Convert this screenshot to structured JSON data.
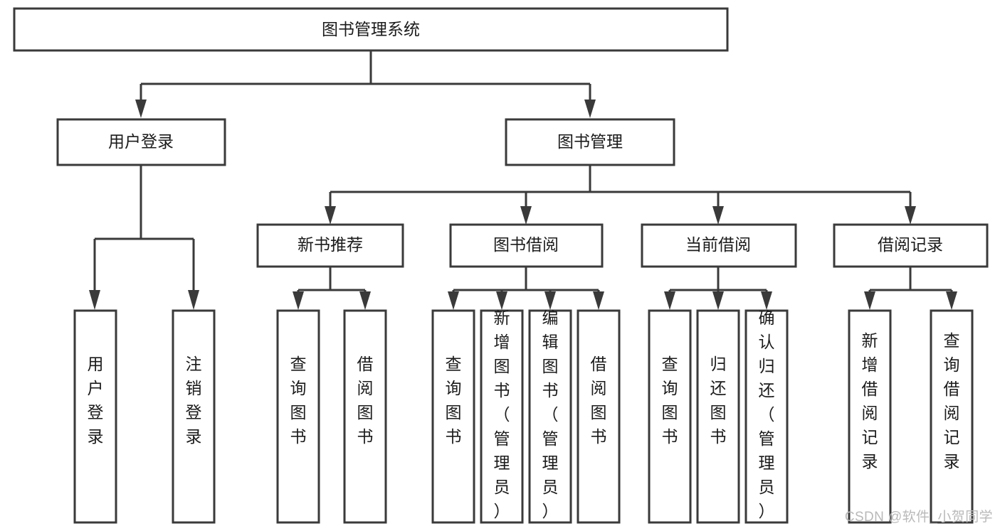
{
  "diagram": {
    "type": "tree-hierarchy",
    "title": "图书管理系统",
    "root": {
      "id": "root",
      "label": "图书管理系统",
      "orientation": "horizontal"
    },
    "level2": [
      {
        "id": "user-login",
        "label": "用户登录",
        "orientation": "horizontal"
      },
      {
        "id": "book-manage",
        "label": "图书管理",
        "orientation": "horizontal"
      }
    ],
    "level3": [
      {
        "id": "new-book-recommend",
        "label": "新书推荐",
        "orientation": "horizontal",
        "parent": "book-manage"
      },
      {
        "id": "book-borrow",
        "label": "图书借阅",
        "orientation": "horizontal",
        "parent": "book-manage"
      },
      {
        "id": "current-borrow",
        "label": "当前借阅",
        "orientation": "horizontal",
        "parent": "book-manage"
      },
      {
        "id": "borrow-record",
        "label": "借阅记录",
        "orientation": "horizontal",
        "parent": "book-manage"
      }
    ],
    "leaves": {
      "user-login": [
        {
          "id": "leaf-user-login",
          "label": "用户登录",
          "orientation": "vertical"
        },
        {
          "id": "leaf-logout",
          "label": "注销登录",
          "orientation": "vertical"
        }
      ],
      "new-book-recommend": [
        {
          "id": "leaf-query-book-1",
          "label": "查询图书",
          "orientation": "vertical"
        },
        {
          "id": "leaf-borrow-book-1",
          "label": "借阅图书",
          "orientation": "vertical"
        }
      ],
      "book-borrow": [
        {
          "id": "leaf-query-book-2",
          "label": "查询图书",
          "orientation": "vertical"
        },
        {
          "id": "leaf-add-book",
          "label": "新增图书（管理员）",
          "orientation": "vertical"
        },
        {
          "id": "leaf-edit-book",
          "label": "编辑图书（管理员）",
          "orientation": "vertical"
        },
        {
          "id": "leaf-borrow-book-2",
          "label": "借阅图书",
          "orientation": "vertical"
        }
      ],
      "current-borrow": [
        {
          "id": "leaf-query-book-3",
          "label": "查询图书",
          "orientation": "vertical"
        },
        {
          "id": "leaf-return-book",
          "label": "归还图书",
          "orientation": "vertical"
        },
        {
          "id": "leaf-confirm-return",
          "label": "确认归还（管理员）",
          "orientation": "vertical"
        }
      ],
      "borrow-record": [
        {
          "id": "leaf-add-record",
          "label": "新增借阅记录",
          "orientation": "vertical"
        },
        {
          "id": "leaf-query-record",
          "label": "查询借阅记录",
          "orientation": "vertical"
        }
      ]
    },
    "colors": {
      "background": "#ffffff",
      "box_fill": "#ffffff",
      "box_stroke": "#3a3a3a",
      "connector": "#3a3a3a",
      "text": "#1b1b1b",
      "watermark": "#b9b9b9"
    }
  },
  "watermark": {
    "label": "CSDN @软件_小贺同学"
  }
}
